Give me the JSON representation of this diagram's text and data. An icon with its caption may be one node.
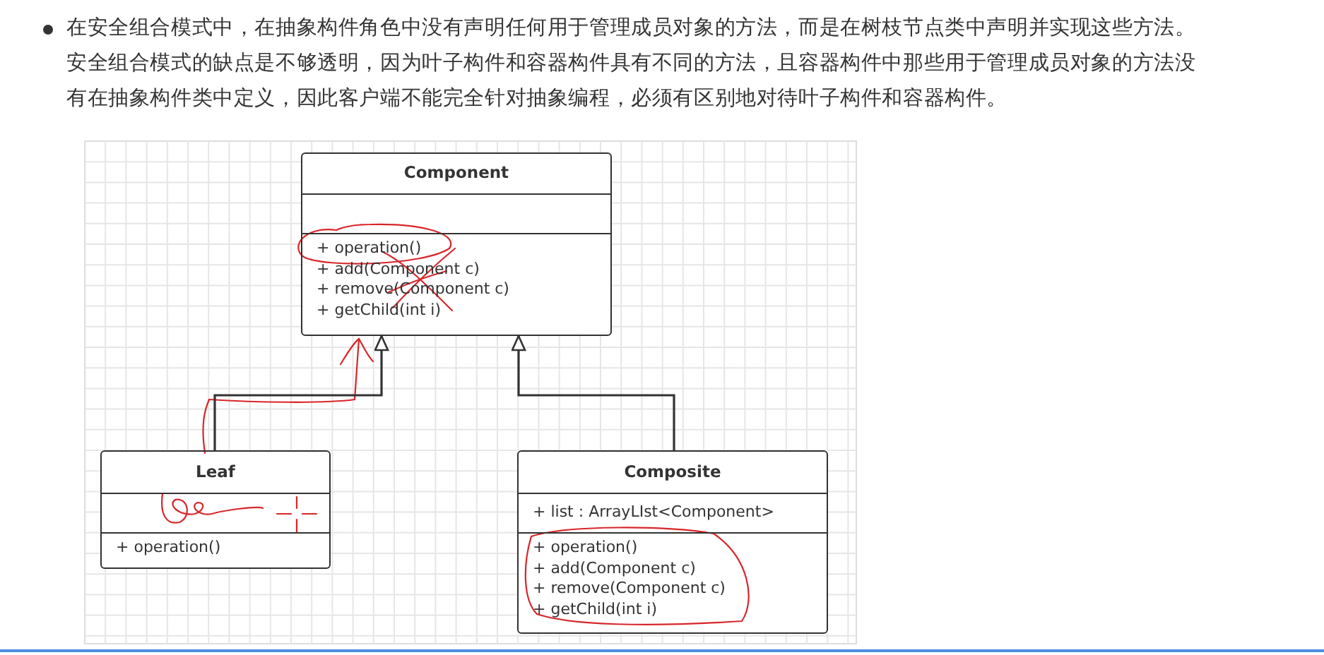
{
  "diagram": {
    "nodes": [
      {
        "text": [
          "Component",
          "+ operation()",
          "+ add(Component c)",
          "+ remove(Component c)",
          "+ getChild(int i)"
        ]
      },
      {
        "text": [
          "Leaf",
          "+ operation()"
        ]
      },
      {
        "text": [
          "Composite",
          "+ list : ArrayLIst<Component>",
          "+ operation()",
          "+ add(Component c)",
          "+ remove(Component c)",
          "+ getChild(int i)"
        ]
      }
    ],
    "edges": [
      {
        "from": 1,
        "to": 0,
        "arrow": "to"
      },
      {
        "from": 2,
        "to": 0,
        "arrow": "to"
      }
    ],
    "labels": [
      "在安全组合模式中，在抽象构件角色中没有声明任何用于管理成员对象的方法，而是在树枝节点类中声明并实现这些方法。",
      "安全组合模式的缺点是不够透明，因为叶子构件和容器构件具有不同的方法，且容器构件中那些用于管理成员对象的方法没有在抽象构件类中定义，因此客户端不能完全针对抽象编程，必须有区别地对待叶子构件和容器构件。"
    ]
  }
}
